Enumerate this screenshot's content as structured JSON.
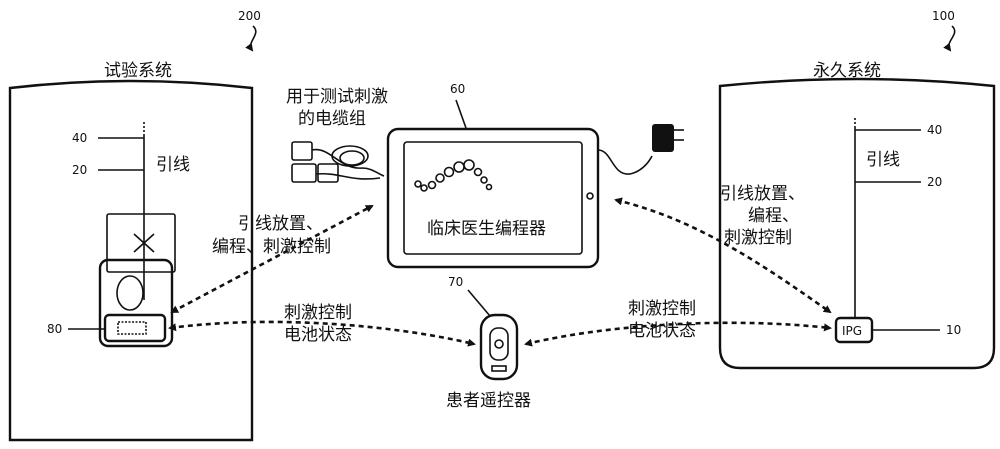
{
  "ref_numbers": {
    "trial_system": "200",
    "permanent_system": "100",
    "clinician_programmer": "60",
    "remote": "70",
    "lead_40": "40",
    "lead_20": "20",
    "stimulator_80": "80",
    "ipg_10": "10"
  },
  "labels": {
    "trial_system": "试验系统",
    "permanent_system": "永久系统",
    "test_cable_line1": "用于测试刺激",
    "test_cable_line2": "的电缆组",
    "clinician_programmer": "临床医生编程器",
    "patient_remote": "患者遥控器",
    "lead_left": "引线",
    "lead_right": "引线",
    "ipg": "IPG"
  },
  "connections": {
    "left_programming_line1": "引线放置、",
    "left_programming_line2": "编程、刺激控制",
    "right_programming_line1": "引线放置、",
    "right_programming_line2": "编程、",
    "right_programming_line3": "刺激控制",
    "left_remote_line1": "刺激控制",
    "left_remote_line2": "电池状态",
    "right_remote_line1": "刺激控制",
    "right_remote_line2": "电池状态"
  }
}
